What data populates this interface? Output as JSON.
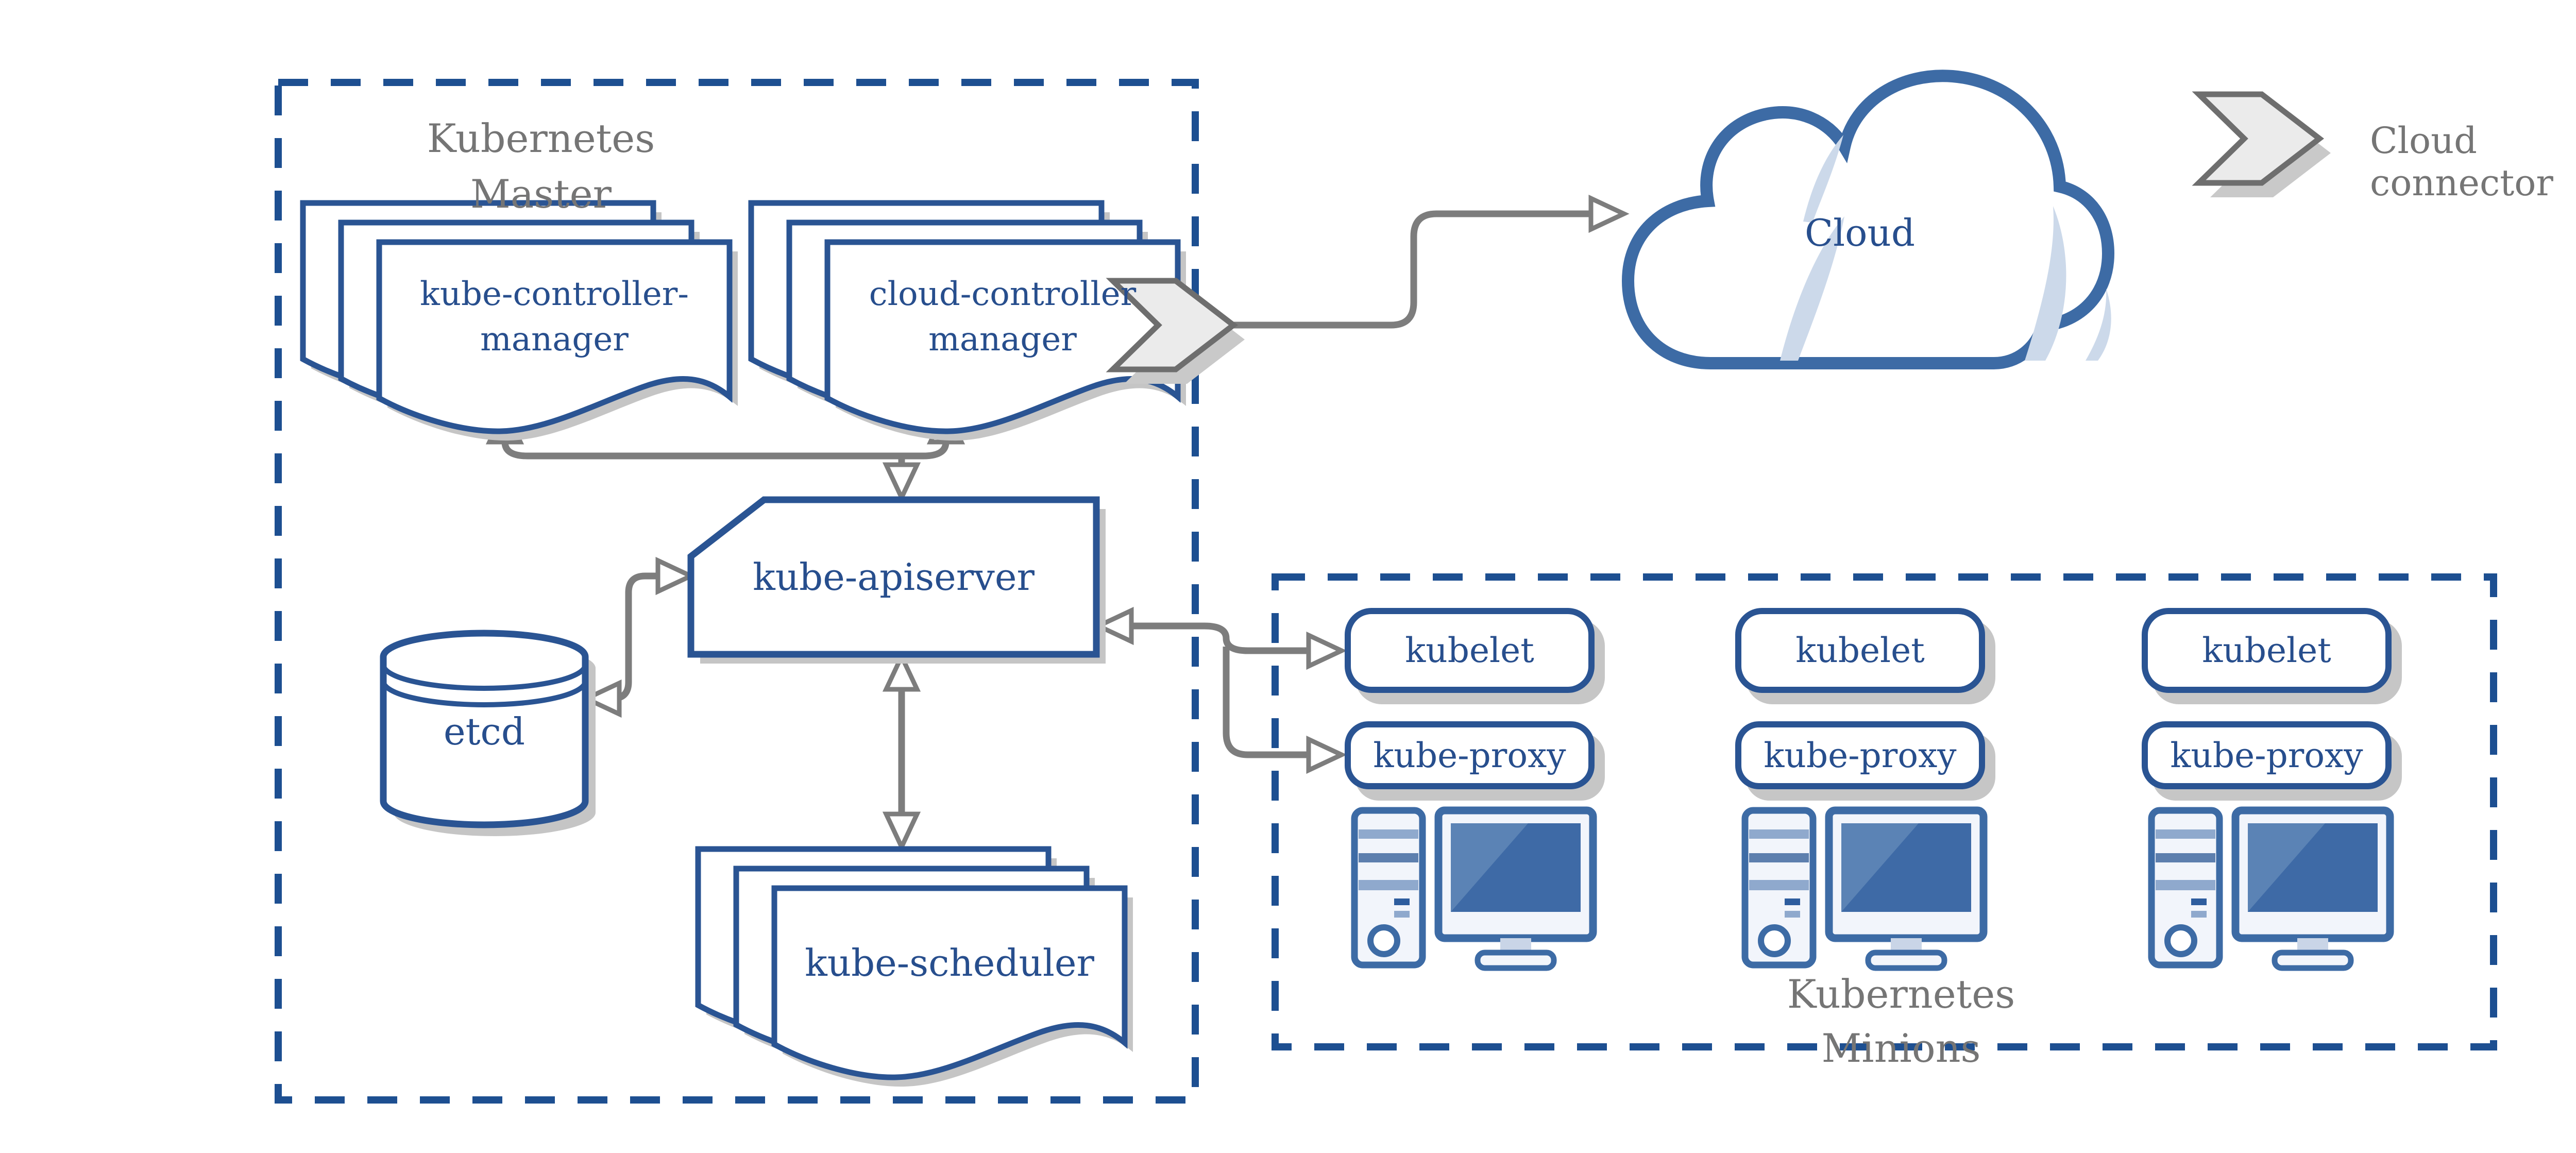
{
  "master": {
    "title": {
      "line1": "Kubernetes",
      "line2": "Master"
    },
    "kube_controller_manager": {
      "line1": "kube-controller-",
      "line2": "manager"
    },
    "cloud_controller_manager": {
      "line1": "cloud-controller",
      "line2": "manager"
    },
    "kube_apiserver": {
      "label": "kube-apiserver"
    },
    "etcd": {
      "label": "etcd"
    },
    "kube_scheduler": {
      "label": "kube-scheduler"
    }
  },
  "cloud": {
    "label": "Cloud"
  },
  "legend": {
    "cloud_connector_label": "Cloud connector"
  },
  "minions": {
    "title": {
      "line1": "Kubernetes",
      "line2": "Minions"
    },
    "nodes": [
      {
        "kubelet": "kubelet",
        "kube_proxy": "kube-proxy"
      },
      {
        "kubelet": "kubelet",
        "kube_proxy": "kube-proxy"
      },
      {
        "kubelet": "kubelet",
        "kube_proxy": "kube-proxy"
      }
    ]
  },
  "icons": {
    "controller_stacks": "stacked-documents",
    "etcd": "database-cylinder",
    "cloud": "cloud-shape",
    "cloud_connector": "chevron-arrow",
    "minion_hardware": "desktop-computer"
  },
  "colors": {
    "border_blue": "#2a5493",
    "dash_blue": "#1d4f91",
    "text_blue": "#274e8d",
    "text_gray": "#757575",
    "arrow_gray": "#7d7d7d",
    "icon_blue": "#3d6ba5",
    "screen_blue": "#3e6aa6",
    "screen_sheen": "#5b83b5",
    "light_fill": "#f2f5fb",
    "crescent_blue": "#ccd9ea",
    "chevron_fill": "#ebebeb",
    "shadow_gray": "#c5c5c5"
  }
}
